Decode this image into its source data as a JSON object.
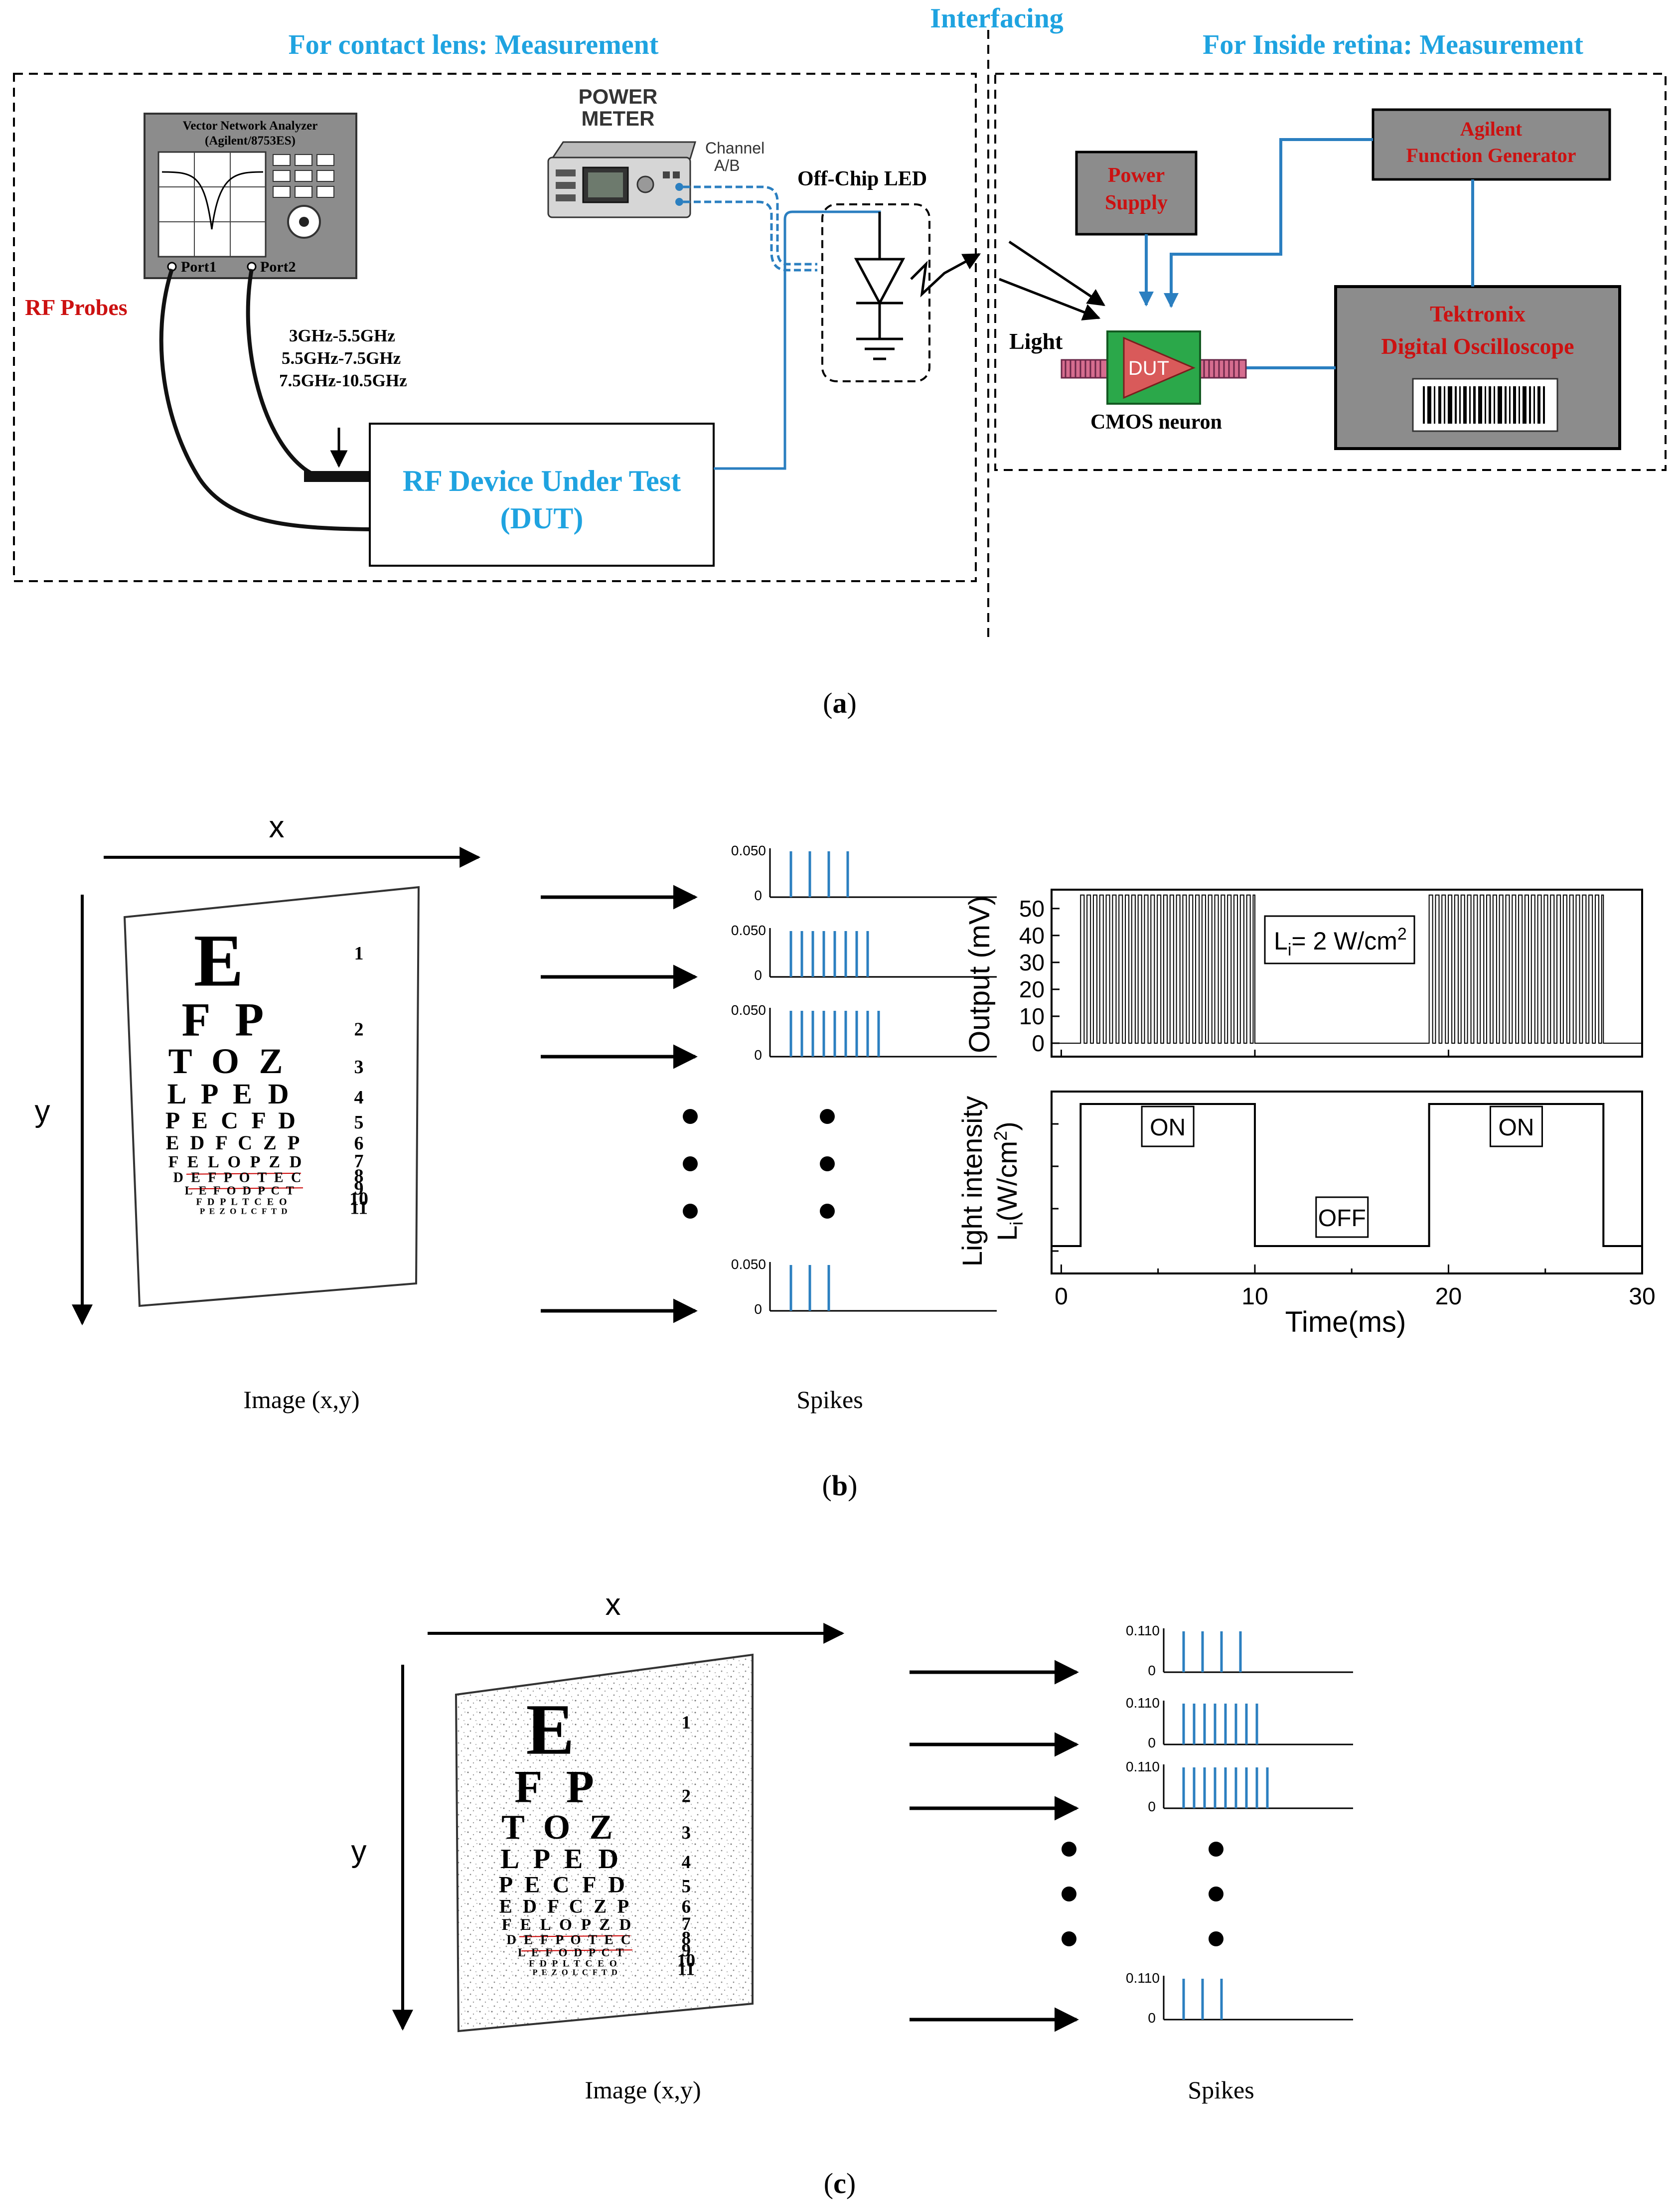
{
  "panel_a": {
    "caption": "a",
    "section_contact": "For contact lens: Measurement",
    "section_interfacing": "Interfacing",
    "section_retina": "For Inside retina: Measurement",
    "vna_title_1": "Vector Network Analyzer",
    "vna_title_2": "(Agilent/8753ES)",
    "port1": "Port1",
    "port2": "Port2",
    "rf_probes": "RF Probes",
    "bands": [
      "3GHz-5.5GHz",
      "5.5GHz-7.5GHz",
      "7.5GHz-10.5GHz"
    ],
    "power_meter_1": "POWER",
    "power_meter_2": "METER",
    "channel_1": "Channel",
    "channel_2": "A/B",
    "led_label": "Off-Chip LED",
    "dut_1": "RF Device Under Test",
    "dut_2": "(DUT)",
    "power_supply_1": "Power",
    "power_supply_2": "Supply",
    "fg_1": "Agilent",
    "fg_2": "Function Generator",
    "scope_1": "Tektronix",
    "scope_2": "Digital Oscilloscope",
    "light": "Light",
    "cmos_dut": "DUT",
    "cmos_label": "CMOS neuron",
    "colors": {
      "cyan": "#1fa3e0",
      "red": "#cc1111",
      "gray": "#8c8c8c",
      "wire": "#2b7fc0"
    }
  },
  "panel_b": {
    "caption": "b",
    "axis_x": "x",
    "axis_y": "y",
    "image_label": "Image (x,y)",
    "spikes_label": "Spikes",
    "spike_ymax": "0.050",
    "spike_zero": "0",
    "spike_counts": [
      4,
      8,
      9,
      3
    ],
    "eye_chart": {
      "rows": [
        "E",
        "F P",
        "T O Z",
        "L P E D",
        "P E C F D",
        "E D F C Z P",
        "F E L O P Z D",
        "D E F P O T E C",
        "L E F O D P C T",
        "F D P L T C E O",
        "P E Z O L C F T D"
      ],
      "numbers": [
        "1",
        "2",
        "3",
        "4",
        "5",
        "6",
        "7",
        "8",
        "9",
        "10",
        "11"
      ]
    }
  },
  "chart_data": [
    {
      "type": "line",
      "title": "",
      "ylabel": "Output (mV)",
      "ylim": [
        -5,
        57
      ],
      "yticks": [
        0,
        10,
        20,
        30,
        40,
        50
      ],
      "xlim": [
        -0.5,
        30
      ],
      "annotation": "Li= 2 W/cm2",
      "series": [
        {
          "description": "spike train",
          "bursts": [
            [
              1,
              10
            ],
            [
              19,
              28
            ]
          ],
          "amplitude_mV": 55,
          "period_ms": 0.33
        }
      ]
    },
    {
      "type": "line",
      "xlabel": "Time(ms)",
      "ylabel": "Light intensity Li(W/cm2)",
      "xlim": [
        -0.5,
        30
      ],
      "xticks": [
        0,
        10,
        20,
        30
      ],
      "states": [
        {
          "label": "ON",
          "start": 1,
          "end": 10
        },
        {
          "label": "OFF",
          "start": 10,
          "end": 19
        },
        {
          "label": "ON",
          "start": 19,
          "end": 28
        }
      ],
      "x": [
        -0.5,
        1,
        1,
        10,
        10,
        19,
        19,
        28,
        28,
        30
      ],
      "y": [
        0,
        0,
        1,
        1,
        0,
        0,
        1,
        1,
        0,
        0
      ]
    }
  ],
  "panel_c": {
    "caption": "c",
    "axis_x": "x",
    "axis_y": "y",
    "image_label": "Image (x,y)",
    "spikes_label": "Spikes",
    "spike_ymax": "0.110",
    "spike_zero": "0",
    "spike_counts": [
      4,
      8,
      9,
      3
    ]
  }
}
